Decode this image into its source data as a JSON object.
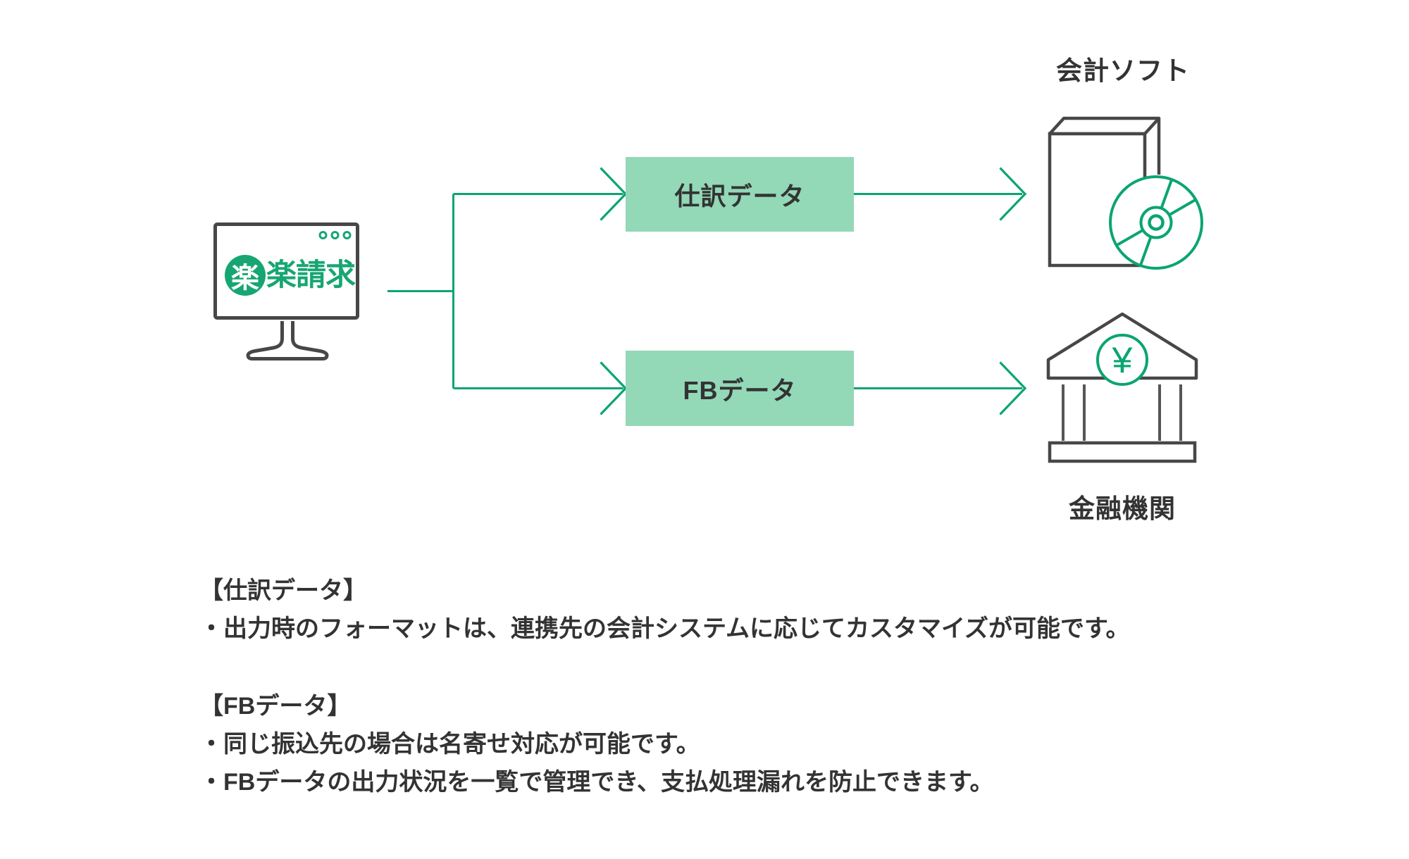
{
  "colors": {
    "brand_green": "#0aa571",
    "logo_green": "#17a673",
    "box_fill_green": "#93d8b7",
    "outline_gray": "#474747",
    "text_dark": "#333333"
  },
  "diagram": {
    "source": {
      "logo_mark_char": "楽",
      "logo_text": "楽請求",
      "icon": "monitor-icon"
    },
    "flows": [
      {
        "box_label": "仕訳データ",
        "destination_label": "会計ソフト",
        "destination_icon": "software-box-cd-icon"
      },
      {
        "box_label": "FBデータ",
        "destination_label": "金融機関",
        "destination_icon": "bank-icon"
      }
    ],
    "bank_currency_symbol": "¥"
  },
  "notes": [
    {
      "heading": "【仕訳データ】",
      "bullets": [
        "・出力時のフォーマットは、連携先の会計システムに応じてカスタマイズが可能です。"
      ]
    },
    {
      "heading": "【FBデータ】",
      "bullets": [
        "・同じ振込先の場合は名寄せ対応が可能です。",
        "・FBデータの出力状況を一覧で管理でき、支払処理漏れを防止できます。"
      ]
    }
  ]
}
